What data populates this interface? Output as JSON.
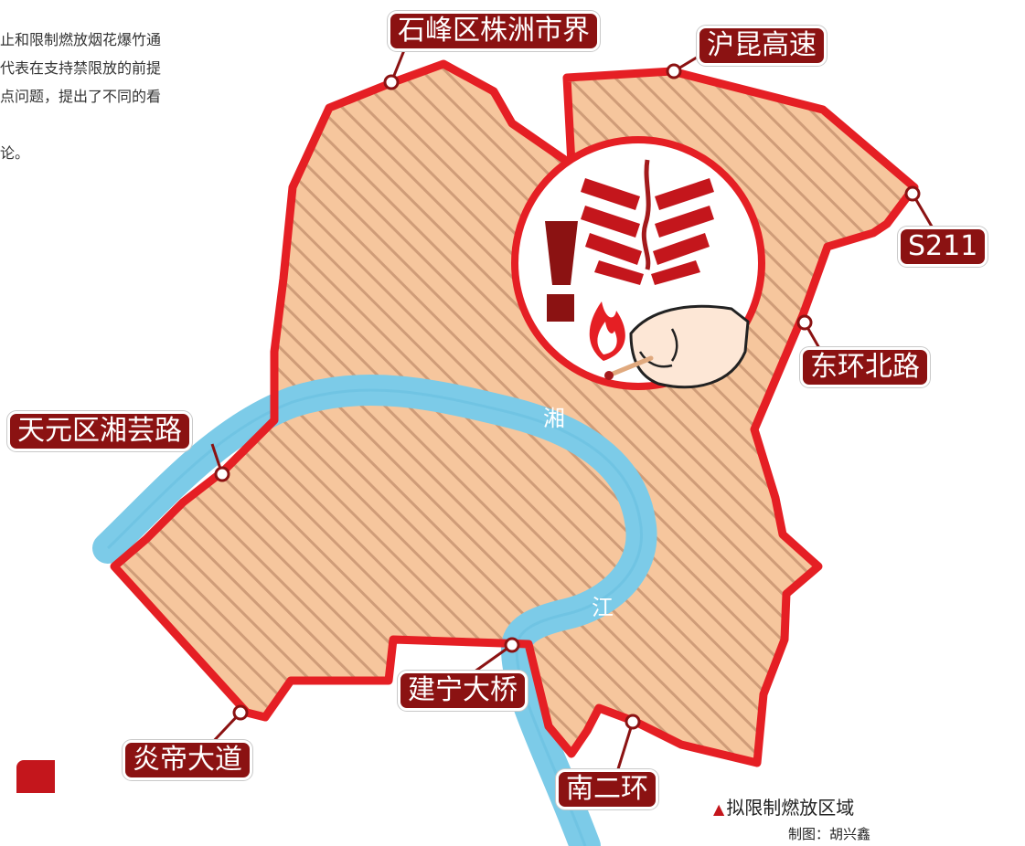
{
  "article_fragment": [
    "止和限制燃放烟花爆竹通",
    "代表在支持禁限放的前提",
    "点问题，提出了不同的看",
    "",
    "论。"
  ],
  "map": {
    "colors": {
      "boundary": "#e51f24",
      "region_fill": "#f6c69d",
      "hatch": "#cf9c78",
      "river": "#7ccbe8",
      "label_bg": "#8b1212",
      "icon_dark": "#a31a1c"
    },
    "labels": {
      "shifeng": "石峰区株洲市界",
      "hukun": "沪昆高速",
      "s211": "S211",
      "donghuan": "东环北路",
      "tianyuan": "天元区湘芸路",
      "jianning": "建宁大桥",
      "yandi": "炎帝大道",
      "nanerhuan": "南二环"
    },
    "river": {
      "char1": "湘",
      "char2": "江"
    },
    "legend": {
      "marker": "▲",
      "text": "拟限制燃放区域"
    },
    "credit": "制图：胡兴鑫"
  }
}
